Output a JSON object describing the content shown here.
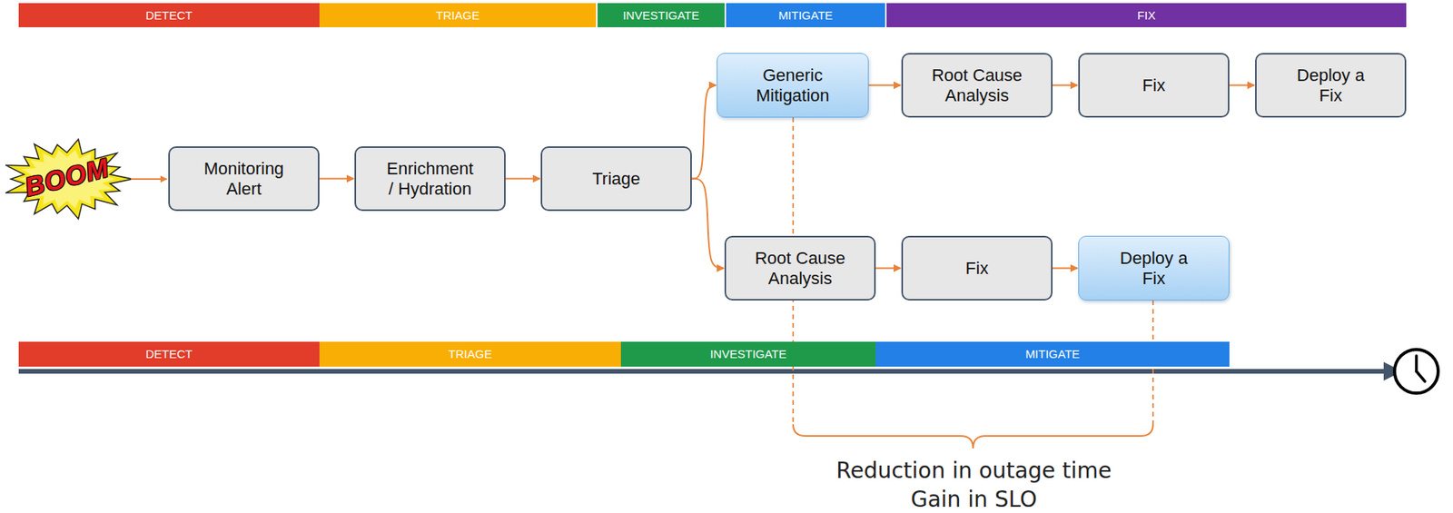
{
  "diagram": {
    "nodes": [
      {
        "text": [
          "DETECT"
        ]
      },
      {
        "text": [
          "TRIAGE"
        ]
      },
      {
        "text": [
          "INVESTIGATE"
        ]
      },
      {
        "text": [
          "MITIGATE"
        ]
      },
      {
        "text": [
          "FIX"
        ]
      },
      {
        "text": [
          "Monitoring Alert"
        ]
      },
      {
        "text": [
          "Enrichment / Hydration"
        ]
      },
      {
        "text": [
          "Triage"
        ]
      },
      {
        "text": [
          "Generic Mitigation"
        ]
      },
      {
        "text": [
          "Root Cause Analysis"
        ]
      },
      {
        "text": [
          "Fix"
        ]
      },
      {
        "text": [
          "Deploy a Fix"
        ]
      },
      {
        "text": [
          "Root Cause Analysis"
        ]
      },
      {
        "text": [
          "Fix"
        ]
      },
      {
        "text": [
          "Deploy a Fix"
        ]
      },
      {
        "text": [
          "DETECT"
        ]
      },
      {
        "text": [
          "TRIAGE"
        ]
      },
      {
        "text": [
          "INVESTIGATE"
        ]
      },
      {
        "text": [
          "MITIGATE"
        ]
      }
    ],
    "edges": [
      {
        "from": 5,
        "to": 6,
        "arrow": "to"
      },
      {
        "from": 6,
        "to": 7,
        "arrow": "to"
      },
      {
        "from": 7,
        "to": 8,
        "arrow": "to"
      },
      {
        "from": 7,
        "to": 12,
        "arrow": "to"
      },
      {
        "from": 8,
        "to": 9,
        "arrow": "to"
      },
      {
        "from": 9,
        "to": 10,
        "arrow": "to"
      },
      {
        "from": 10,
        "to": 11,
        "arrow": "to"
      },
      {
        "from": 12,
        "to": 13,
        "arrow": "to"
      },
      {
        "from": 13,
        "to": 14,
        "arrow": "to"
      }
    ],
    "labels": [
      "BOOM",
      "Reduction in outage time",
      "Gain in SLO"
    ]
  }
}
